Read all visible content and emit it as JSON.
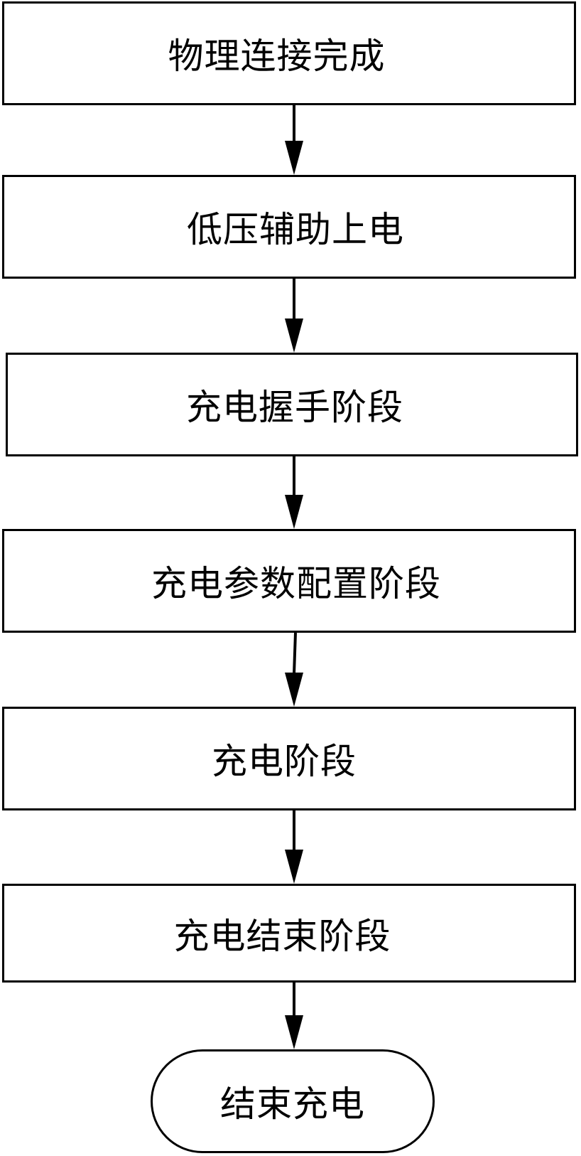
{
  "diagram": {
    "type": "flowchart",
    "line_color": "#000000",
    "box_fill": "#ffffff",
    "steps": [
      {
        "label": "物理连接完成"
      },
      {
        "label": "低压辅助上电"
      },
      {
        "label": "充电握手阶段"
      },
      {
        "label": "充电参数配置阶段"
      },
      {
        "label": "充电阶段"
      },
      {
        "label": "充电结束阶段"
      },
      {
        "label": "结束充电",
        "shape": "terminal"
      }
    ]
  }
}
